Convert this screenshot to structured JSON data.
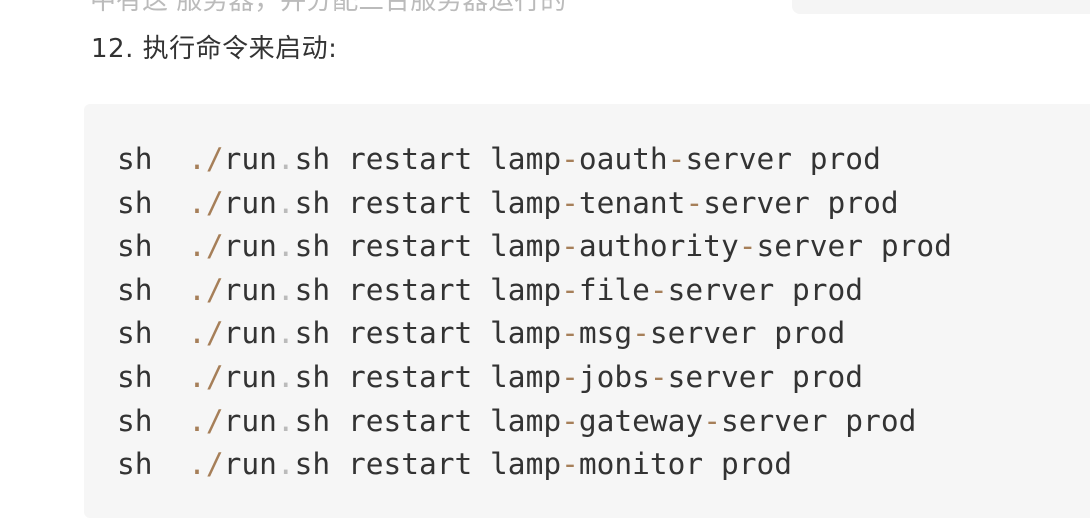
{
  "previous": {
    "cutoff_text": "中有这        服务器，并分配三台服务器运行的"
  },
  "step": {
    "title": "12. 执行命令来启动:"
  },
  "code": {
    "lines": [
      {
        "cmd": "sh",
        "script_prefix": ".",
        "script_slash": "/",
        "script_name": "run",
        "script_dot": ".",
        "script_ext": "sh",
        "action": "restart",
        "svc_a": "lamp",
        "sep1": "-",
        "svc_b": "oauth",
        "sep2": "-",
        "svc_c": "server",
        "env": "prod"
      },
      {
        "cmd": "sh",
        "script_prefix": ".",
        "script_slash": "/",
        "script_name": "run",
        "script_dot": ".",
        "script_ext": "sh",
        "action": "restart",
        "svc_a": "lamp",
        "sep1": "-",
        "svc_b": "tenant",
        "sep2": "-",
        "svc_c": "server",
        "env": "prod"
      },
      {
        "cmd": "sh",
        "script_prefix": ".",
        "script_slash": "/",
        "script_name": "run",
        "script_dot": ".",
        "script_ext": "sh",
        "action": "restart",
        "svc_a": "lamp",
        "sep1": "-",
        "svc_b": "authority",
        "sep2": "-",
        "svc_c": "server",
        "env": "prod"
      },
      {
        "cmd": "sh",
        "script_prefix": ".",
        "script_slash": "/",
        "script_name": "run",
        "script_dot": ".",
        "script_ext": "sh",
        "action": "restart",
        "svc_a": "lamp",
        "sep1": "-",
        "svc_b": "file",
        "sep2": "-",
        "svc_c": "server",
        "env": "prod"
      },
      {
        "cmd": "sh",
        "script_prefix": ".",
        "script_slash": "/",
        "script_name": "run",
        "script_dot": ".",
        "script_ext": "sh",
        "action": "restart",
        "svc_a": "lamp",
        "sep1": "-",
        "svc_b": "msg",
        "sep2": "-",
        "svc_c": "server",
        "env": "prod"
      },
      {
        "cmd": "sh",
        "script_prefix": ".",
        "script_slash": "/",
        "script_name": "run",
        "script_dot": ".",
        "script_ext": "sh",
        "action": "restart",
        "svc_a": "lamp",
        "sep1": "-",
        "svc_b": "jobs",
        "sep2": "-",
        "svc_c": "server",
        "env": "prod"
      },
      {
        "cmd": "sh",
        "script_prefix": ".",
        "script_slash": "/",
        "script_name": "run",
        "script_dot": ".",
        "script_ext": "sh",
        "action": "restart",
        "svc_a": "lamp",
        "sep1": "-",
        "svc_b": "gateway",
        "sep2": "-",
        "svc_c": "server",
        "env": "prod"
      },
      {
        "cmd": "sh",
        "script_prefix": ".",
        "script_slash": "/",
        "script_name": "run",
        "script_dot": ".",
        "script_ext": "sh",
        "action": "restart",
        "svc_a": "lamp",
        "sep1": "-",
        "svc_b": "monitor",
        "sep2": "",
        "svc_c": "",
        "env": "prod"
      }
    ]
  },
  "colors": {
    "code_background": "#f6f6f6",
    "punctuation": "#a67f59",
    "text": "#333333"
  }
}
